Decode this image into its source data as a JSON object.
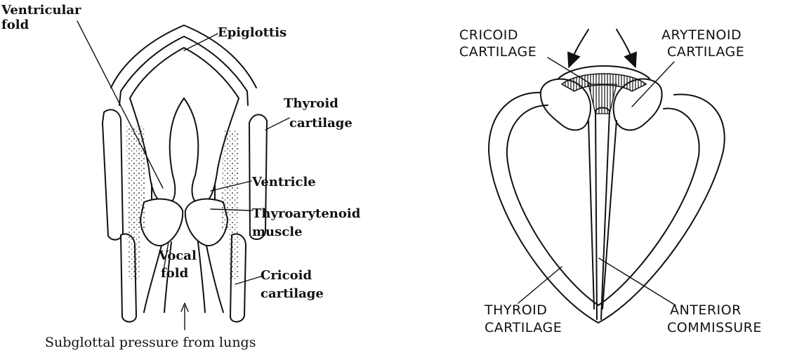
{
  "left_diagram": {
    "labels": {
      "ventricular_fold": [
        "Ventricular",
        "fold"
      ],
      "epiglottis": [
        "Epiglottis"
      ],
      "thyroid_cartilage": [
        "Thyroid",
        "cartilage"
      ],
      "ventricle": [
        "Ventricle"
      ],
      "thyroarytenoid_muscle": [
        "Thyroarytenoid",
        "muscle"
      ],
      "vocal_fold": [
        "Vocal",
        "fold"
      ],
      "cricoid_cartilage": [
        "Cricoid",
        "cartilage"
      ]
    },
    "caption": "Subglottal pressure from lungs"
  },
  "right_diagram": {
    "labels": {
      "cricoid_cartilage": [
        "CRICOID",
        "CARTILAGE"
      ],
      "arytenoid_cartilage": [
        "ARYTENOID",
        "CARTILAGE"
      ],
      "thyroid_cartilage": [
        "THYROID",
        "CARTILAGE"
      ],
      "anterior_commissure": [
        "ANTERIOR",
        "COMMISSURE"
      ]
    }
  }
}
